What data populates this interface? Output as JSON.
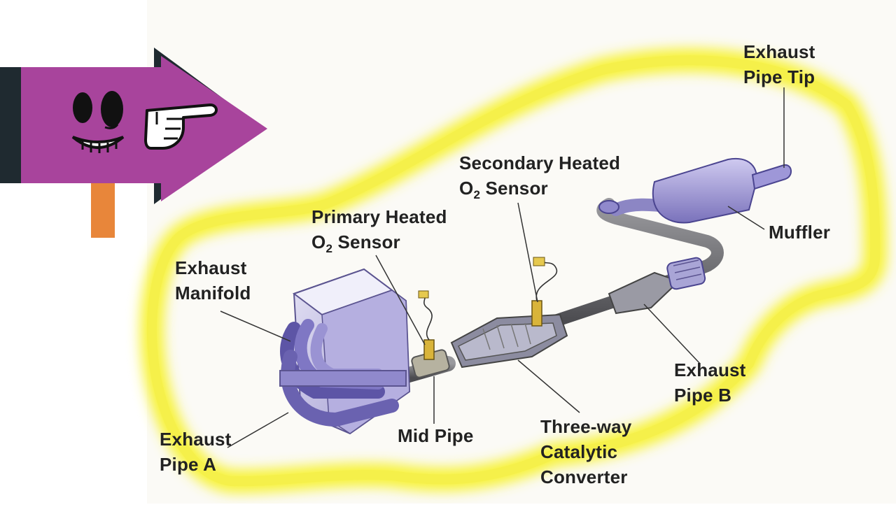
{
  "diagram": {
    "labels": {
      "exhaust_pipe_tip": [
        "Exhaust",
        "Pipe Tip"
      ],
      "secondary_sensor": {
        "line1": "Secondary Heated",
        "o": "O",
        "sub": "2",
        "rest": " Sensor"
      },
      "primary_sensor": {
        "line1": "Primary Heated",
        "o": "O",
        "sub": "2",
        "rest": " Sensor"
      },
      "muffler": "Muffler",
      "exhaust_manifold": [
        "Exhaust",
        "Manifold"
      ],
      "exhaust_pipe_b": [
        "Exhaust",
        "Pipe B"
      ],
      "mid_pipe": "Mid Pipe",
      "exhaust_pipe_a": [
        "Exhaust",
        "Pipe A"
      ],
      "catalytic_converter": [
        "Three-way",
        "Catalytic",
        "Converter"
      ]
    },
    "colors": {
      "car_glow": "#f7f33a",
      "sign_body": "#a8449c",
      "sign_shadow": "#1f2a30",
      "sign_post": "#e8863a",
      "engine": "#8b83c6",
      "pipe": "#6e6e72",
      "label_text": "#222222"
    },
    "icons": [
      "smiley-face-icon",
      "pointing-hand-icon"
    ]
  }
}
